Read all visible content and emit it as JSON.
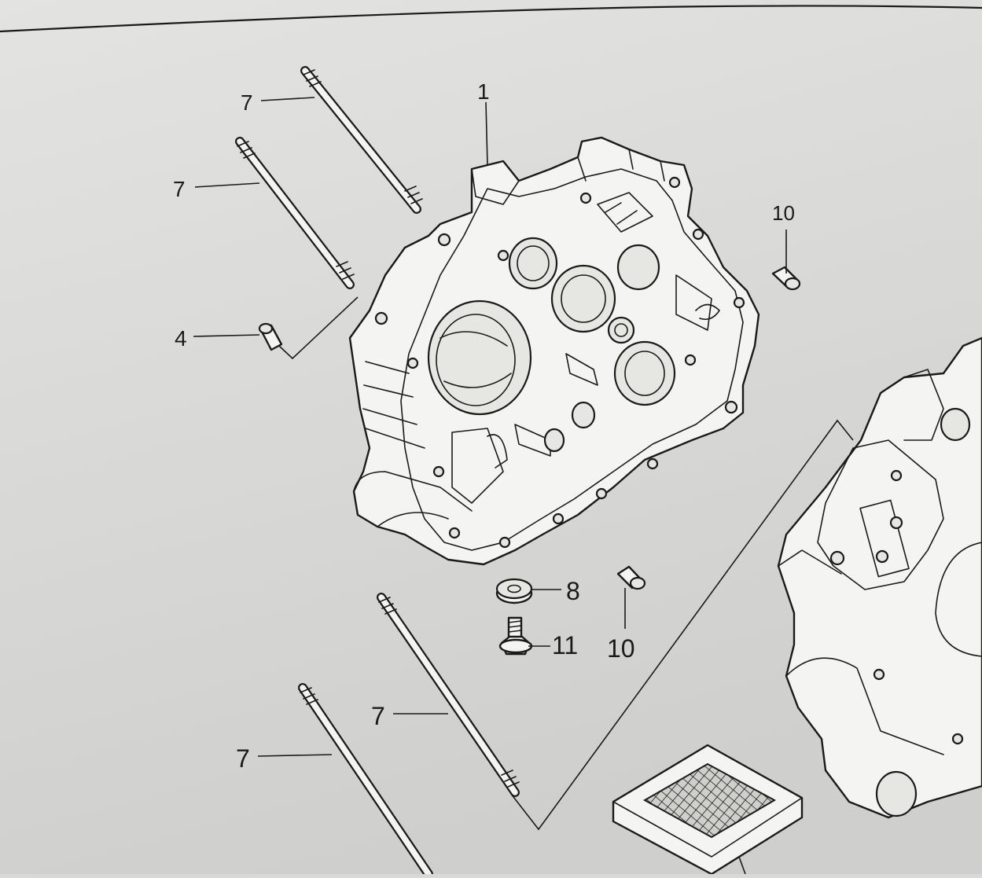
{
  "diagram": {
    "callouts": {
      "crankcase_right": "1",
      "stud_a": "7",
      "stud_b": "7",
      "stud_c": "7",
      "stud_d": "7",
      "dowel_pin_left": "4",
      "dowel_pin_upper_right": "10",
      "dowel_pin_lower": "10",
      "washer": "8",
      "bolt": "11"
    }
  }
}
